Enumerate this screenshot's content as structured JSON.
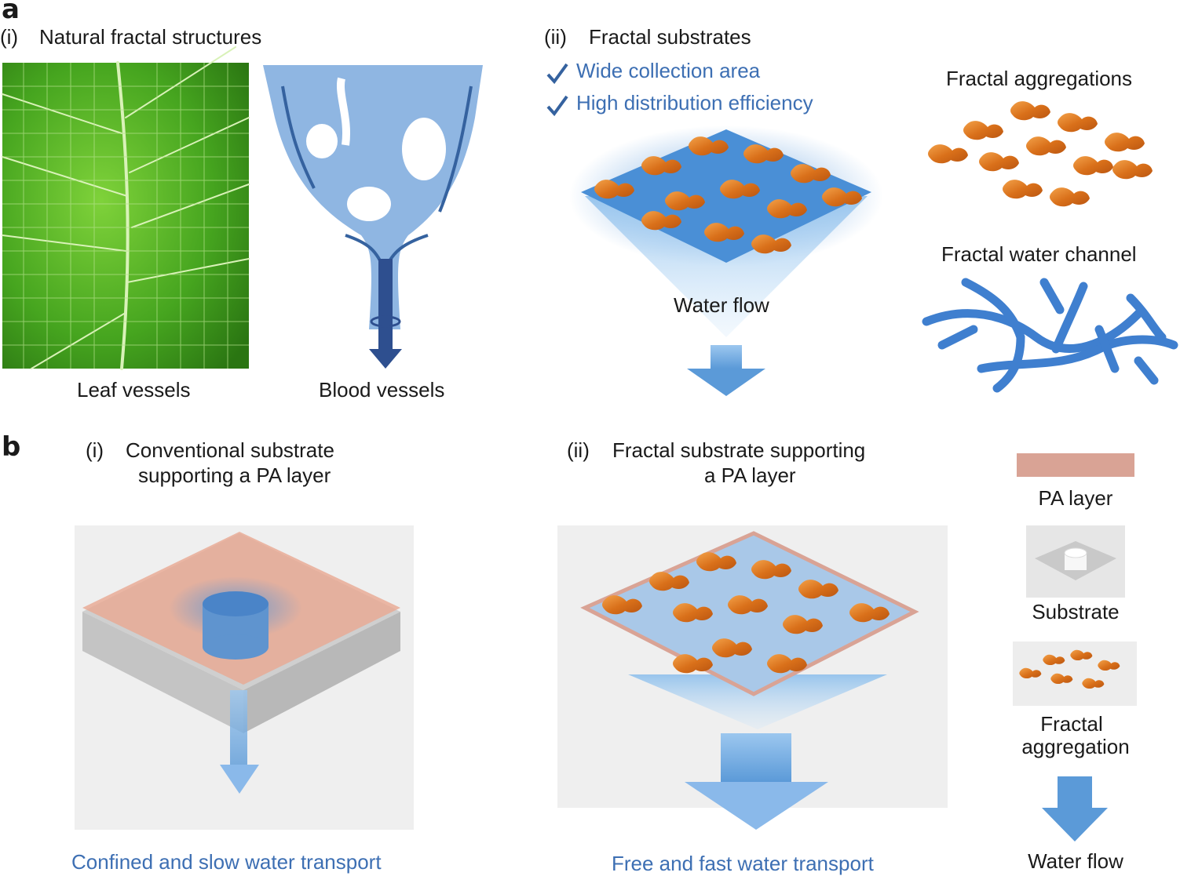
{
  "panel_a": {
    "letter": "a",
    "sub_i": {
      "num": "(i)",
      "title": "Natural fractal structures",
      "captions": {
        "leaf": "Leaf vessels",
        "blood": "Blood vessels"
      }
    },
    "sub_ii": {
      "num": "(ii)",
      "title": "Fractal substrates",
      "benefits": [
        "Wide collection area",
        "High distribution efficiency"
      ],
      "water_flow": "Water flow",
      "aggregations": "Fractal aggregations",
      "channel": "Fractal water channel"
    }
  },
  "panel_b": {
    "letter": "b",
    "sub_i": {
      "num": "(i)",
      "title_line1": "Conventional substrate",
      "title_line2": "supporting a PA layer",
      "caption": "Confined and slow water transport"
    },
    "sub_ii": {
      "num": "(ii)",
      "title_line1": "Fractal substrate supporting",
      "title_line2": "a PA layer",
      "caption": "Free and fast water transport"
    },
    "legend": {
      "pa_layer": "PA layer",
      "substrate": "Substrate",
      "fractal_line1": "Fractal",
      "fractal_line2": "aggregation",
      "water_flow": "Water flow"
    }
  },
  "colors": {
    "accent_blue": "#3d6fb3",
    "vessel_blue": "#6e9fd6",
    "fractal_orange": "#e07a1f",
    "pa_pink": "#d9a395",
    "leaf_green": "#3f9a1e"
  },
  "icons": [
    "check-icon",
    "arrow-down-icon"
  ]
}
